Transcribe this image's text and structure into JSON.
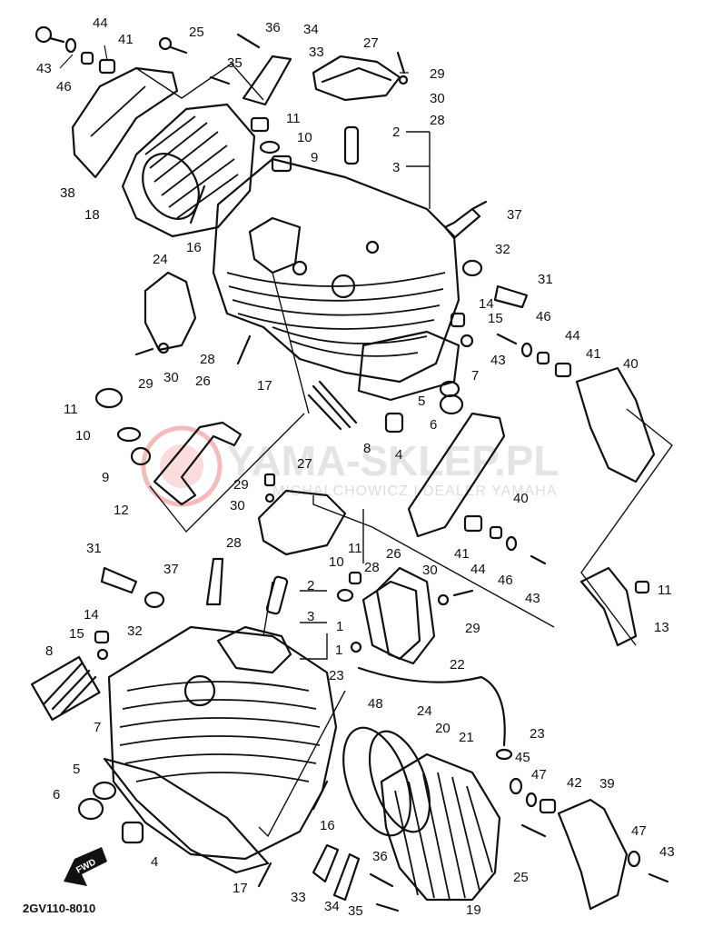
{
  "diagram": {
    "code": "2GV110-8010",
    "fwd_label": "FWD",
    "watermark": {
      "brand": "YAMA-SKLEP.PL",
      "subtitle": "MICHALCHOWICZ | DEALER YAMAHA",
      "accent_color": "#e23b3b"
    },
    "labels": [
      {
        "id": "l44a",
        "text": "44"
      },
      {
        "id": "l41a",
        "text": "41"
      },
      {
        "id": "l43a",
        "text": "43"
      },
      {
        "id": "l46a",
        "text": "46"
      },
      {
        "id": "l25a",
        "text": "25"
      },
      {
        "id": "l36a",
        "text": "36"
      },
      {
        "id": "l34a",
        "text": "34"
      },
      {
        "id": "l33a",
        "text": "33"
      },
      {
        "id": "l35a",
        "text": "35"
      },
      {
        "id": "l27a",
        "text": "27"
      },
      {
        "id": "l29a",
        "text": "29"
      },
      {
        "id": "l30a",
        "text": "30"
      },
      {
        "id": "l28a",
        "text": "28"
      },
      {
        "id": "l11a",
        "text": "11"
      },
      {
        "id": "l10a",
        "text": "10"
      },
      {
        "id": "l9a",
        "text": "9"
      },
      {
        "id": "l2a",
        "text": "2"
      },
      {
        "id": "l3a",
        "text": "3"
      },
      {
        "id": "l38",
        "text": "38"
      },
      {
        "id": "l18",
        "text": "18"
      },
      {
        "id": "l16a",
        "text": "16"
      },
      {
        "id": "l24a",
        "text": "24"
      },
      {
        "id": "l37a",
        "text": "37"
      },
      {
        "id": "l32a",
        "text": "32"
      },
      {
        "id": "l31a",
        "text": "31"
      },
      {
        "id": "l14a",
        "text": "14"
      },
      {
        "id": "l15a",
        "text": "15"
      },
      {
        "id": "l46b",
        "text": "46"
      },
      {
        "id": "l44b",
        "text": "44"
      },
      {
        "id": "l41b",
        "text": "41"
      },
      {
        "id": "l43b",
        "text": "43"
      },
      {
        "id": "l40a",
        "text": "40"
      },
      {
        "id": "l7a",
        "text": "7"
      },
      {
        "id": "l28b",
        "text": "28"
      },
      {
        "id": "l29b",
        "text": "29"
      },
      {
        "id": "l30b",
        "text": "30"
      },
      {
        "id": "l26a",
        "text": "26"
      },
      {
        "id": "l17a",
        "text": "17"
      },
      {
        "id": "l5a",
        "text": "5"
      },
      {
        "id": "l6a",
        "text": "6"
      },
      {
        "id": "l11b",
        "text": "11"
      },
      {
        "id": "l10b",
        "text": "10"
      },
      {
        "id": "l9b",
        "text": "9"
      },
      {
        "id": "l12",
        "text": "12"
      },
      {
        "id": "l8a",
        "text": "8"
      },
      {
        "id": "l4a",
        "text": "4"
      },
      {
        "id": "l27b",
        "text": "27"
      },
      {
        "id": "l29c",
        "text": "29"
      },
      {
        "id": "l30c",
        "text": "30"
      },
      {
        "id": "l40b",
        "text": "40"
      },
      {
        "id": "l28c",
        "text": "28"
      },
      {
        "id": "l41c",
        "text": "41"
      },
      {
        "id": "l44c",
        "text": "44"
      },
      {
        "id": "l46c",
        "text": "46"
      },
      {
        "id": "l43c",
        "text": "43"
      },
      {
        "id": "l11c",
        "text": "11"
      },
      {
        "id": "l13",
        "text": "13"
      },
      {
        "id": "l31b",
        "text": "31"
      },
      {
        "id": "l37b",
        "text": "37"
      },
      {
        "id": "l2b",
        "text": "2"
      },
      {
        "id": "l10c",
        "text": "10"
      },
      {
        "id": "l11d",
        "text": "11"
      },
      {
        "id": "l26b",
        "text": "26"
      },
      {
        "id": "l28d",
        "text": "28"
      },
      {
        "id": "l30d",
        "text": "30"
      },
      {
        "id": "l3b",
        "text": "3"
      },
      {
        "id": "l1a",
        "text": "1"
      },
      {
        "id": "l29d",
        "text": "29"
      },
      {
        "id": "l14b",
        "text": "14"
      },
      {
        "id": "l32b",
        "text": "32"
      },
      {
        "id": "l15b",
        "text": "15"
      },
      {
        "id": "l8b",
        "text": "8"
      },
      {
        "id": "l23a",
        "text": "23"
      },
      {
        "id": "l22",
        "text": "22"
      },
      {
        "id": "l48",
        "text": "48"
      },
      {
        "id": "l24b",
        "text": "24"
      },
      {
        "id": "l20",
        "text": "20"
      },
      {
        "id": "l21",
        "text": "21"
      },
      {
        "id": "l23b",
        "text": "23"
      },
      {
        "id": "l7b",
        "text": "7"
      },
      {
        "id": "l45",
        "text": "45"
      },
      {
        "id": "l47a",
        "text": "47"
      },
      {
        "id": "l42",
        "text": "42"
      },
      {
        "id": "l39",
        "text": "39"
      },
      {
        "id": "l5b",
        "text": "5"
      },
      {
        "id": "l6b",
        "text": "6"
      },
      {
        "id": "l16b",
        "text": "16"
      },
      {
        "id": "l4b",
        "text": "4"
      },
      {
        "id": "l47b",
        "text": "47"
      },
      {
        "id": "l43d",
        "text": "43"
      },
      {
        "id": "l36b",
        "text": "36"
      },
      {
        "id": "l25b",
        "text": "25"
      },
      {
        "id": "l17b",
        "text": "17"
      },
      {
        "id": "l33b",
        "text": "33"
      },
      {
        "id": "l34b",
        "text": "34"
      },
      {
        "id": "l35b",
        "text": "35"
      },
      {
        "id": "l19",
        "text": "19"
      },
      {
        "id": "l1b",
        "text": "1"
      }
    ]
  }
}
